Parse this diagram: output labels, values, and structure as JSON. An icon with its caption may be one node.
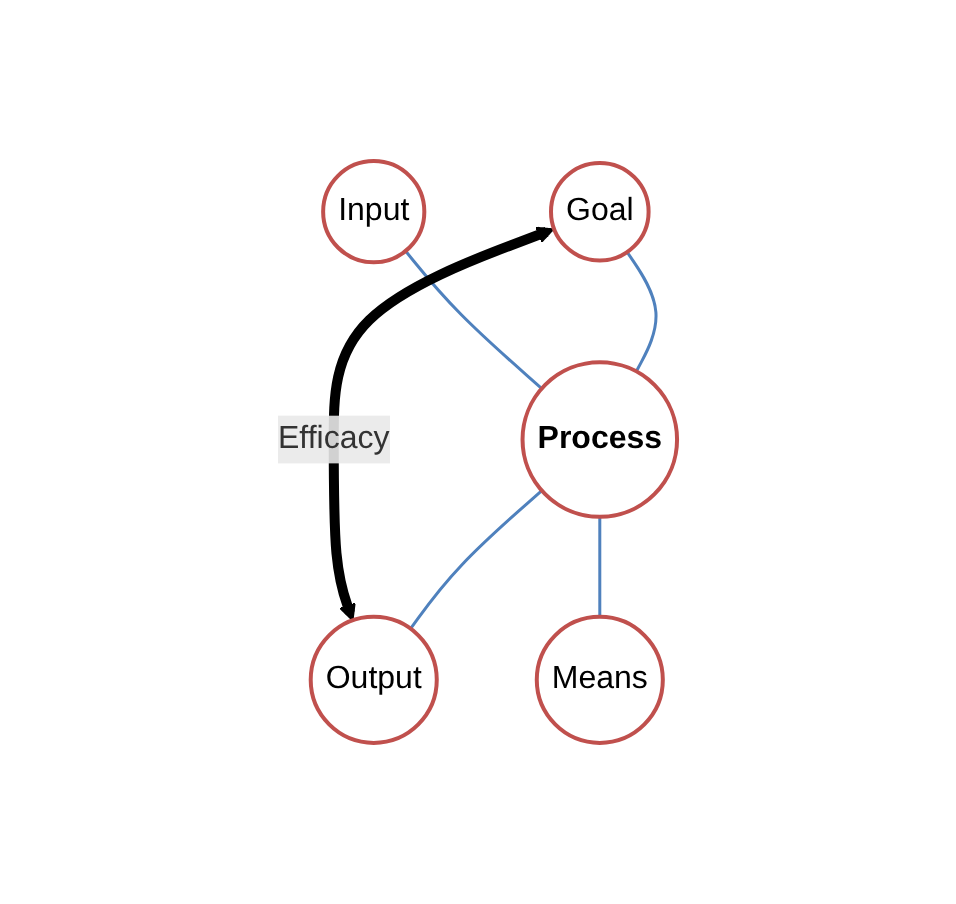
{
  "diagram": {
    "nodes": [
      {
        "text": [
          "Goal"
        ]
      },
      {
        "text": [
          "Input"
        ]
      },
      {
        "text": [
          "Process"
        ]
      },
      {
        "text": [
          "Output"
        ]
      },
      {
        "text": [
          "Means"
        ]
      }
    ],
    "edges": [
      {
        "from": 0,
        "to": 2,
        "arrow": "none"
      },
      {
        "from": 1,
        "to": 2,
        "arrow": "none"
      },
      {
        "from": 2,
        "to": 3,
        "arrow": "none"
      },
      {
        "from": 2,
        "to": 4,
        "arrow": "none"
      },
      {
        "from": 0,
        "to": 3,
        "arrow": "both",
        "label": "Efficacy",
        "style": "thick",
        "color": "#000000"
      }
    ]
  }
}
